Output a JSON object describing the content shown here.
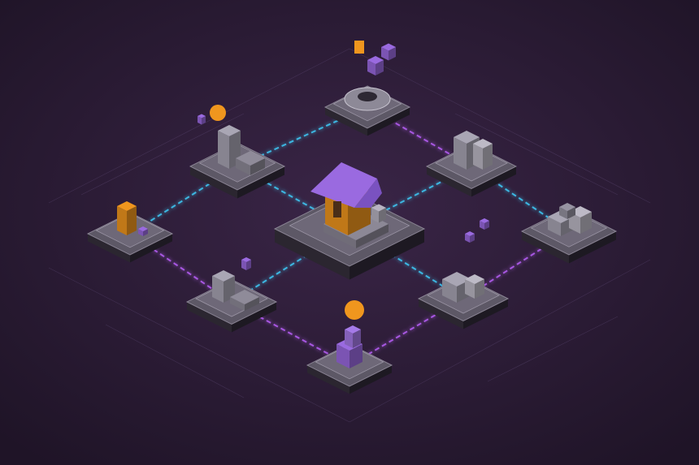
{
  "colors": {
    "background": "#2a1a33",
    "platform_top": "#5d5866",
    "platform_side": "#2b2630",
    "link_cyan": "#3fc4f0",
    "link_purple": "#b25cf0",
    "accent_orange": "#f0961e",
    "accent_violet": "#9a6ae0",
    "block_grey": "#a9a6b4"
  },
  "nodes": [
    {
      "id": "home",
      "icon": "house-icon"
    },
    {
      "id": "top",
      "icon": "gear-icon"
    },
    {
      "id": "top-left",
      "icon": "server-icon"
    },
    {
      "id": "top-right",
      "icon": "server-rack-icon"
    },
    {
      "id": "left",
      "icon": "database-icon"
    },
    {
      "id": "right",
      "icon": "blocks-icon"
    },
    {
      "id": "bottom-left",
      "icon": "device-icon"
    },
    {
      "id": "bottom-right",
      "icon": "blocks-icon"
    },
    {
      "id": "bottom",
      "icon": "cubes-icon"
    }
  ]
}
